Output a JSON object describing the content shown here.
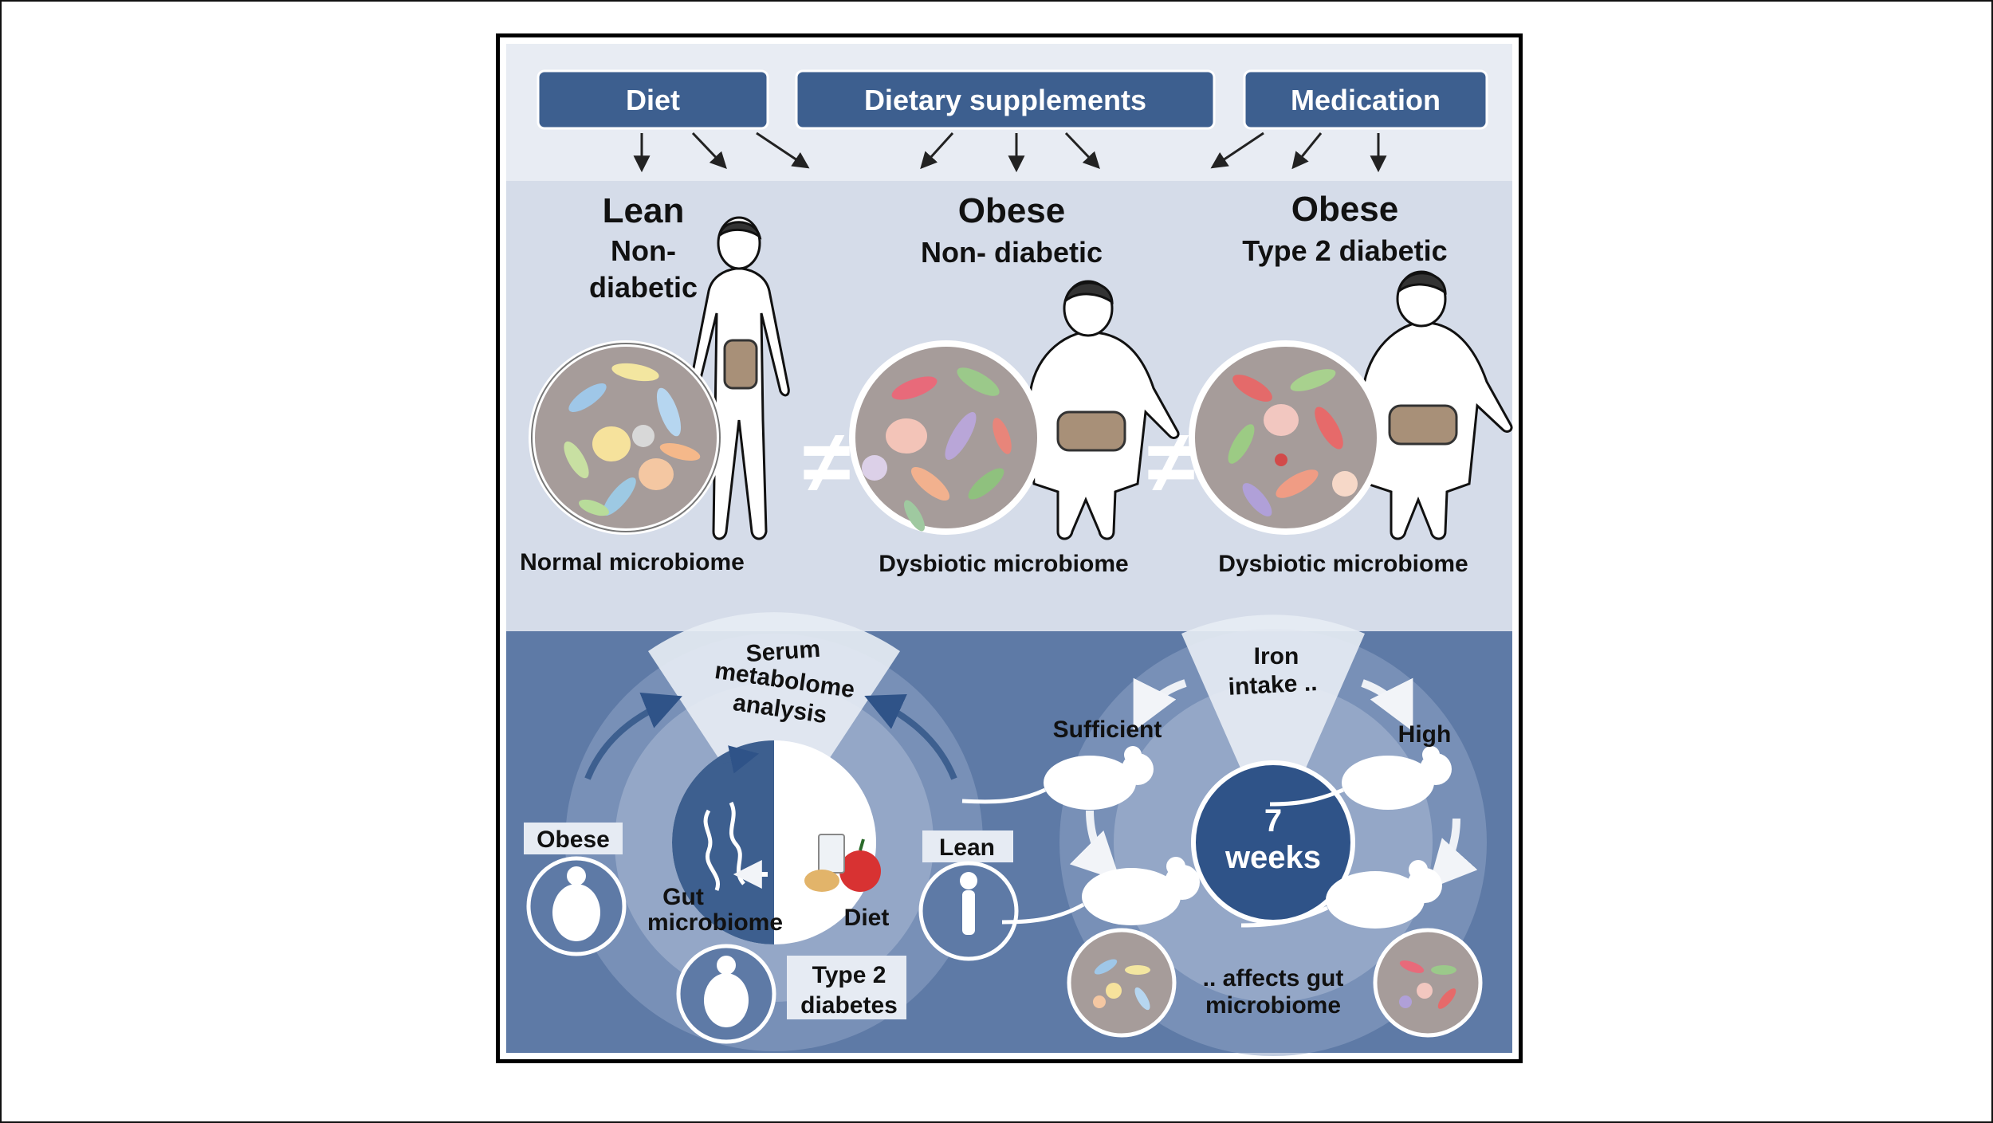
{
  "header_boxes": {
    "diet": "Diet",
    "supplements": "Dietary supplements",
    "medication": "Medication"
  },
  "panels": {
    "lean": {
      "title": "Lean",
      "subtitle_1": "Non-",
      "subtitle_2": "diabetic",
      "caption": "Normal microbiome"
    },
    "obese_nd": {
      "title": "Obese",
      "subtitle": "Non- diabetic",
      "caption": "Dysbiotic microbiome"
    },
    "obese_t2d": {
      "title": "Obese",
      "subtitle": "Type 2 diabetic",
      "caption": "Dysbiotic microbiome"
    },
    "not_equal": "≠"
  },
  "human_study": {
    "sector_1": "Serum",
    "sector_2": "metabolome",
    "sector_3": "analysis",
    "gut_1": "Gut",
    "gut_2": "microbiome",
    "diet": "Diet",
    "obese": "Obese",
    "lean": "Lean",
    "t2d_1": "Type 2",
    "t2d_2": "diabetes"
  },
  "mouse_study": {
    "iron_1": "Iron",
    "iron_2": "intake ..",
    "sufficient": "Sufficient",
    "high": "High",
    "weeks_num": "7",
    "weeks_label": "weeks",
    "affects_1": ".. affects gut",
    "affects_2": "microbiome"
  },
  "colors": {
    "header_box": "#3d5f8f",
    "top_bg": "#e8ecf3",
    "middle_bg": "#d5dce9",
    "bottom_bg": "#5e7aa6",
    "ring": "#8ea3c4",
    "weeks_circle": "#2f5388"
  }
}
